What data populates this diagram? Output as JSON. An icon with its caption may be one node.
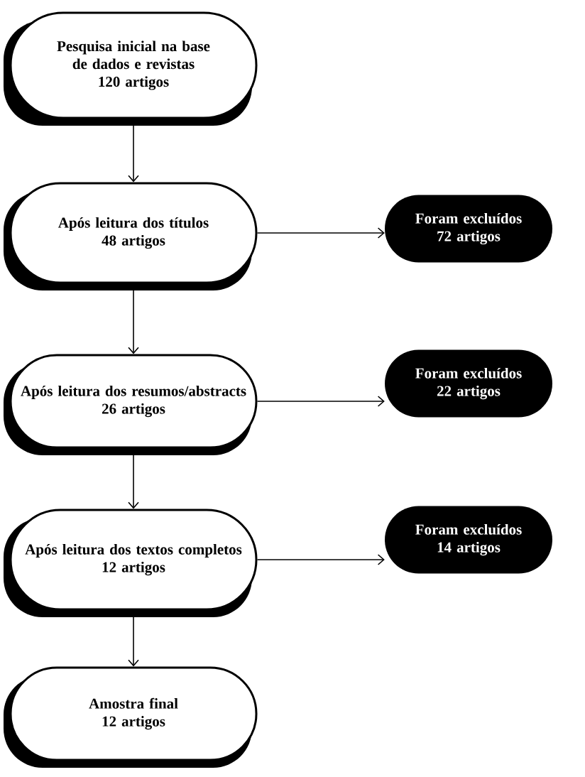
{
  "diagram": {
    "nodes": [
      {
        "text": [
          "Pesquisa inicial na base de dados e revistas",
          "120 artigos"
        ]
      },
      {
        "text": [
          "Após leitura dos títulos",
          "48 artigos"
        ]
      },
      {
        "text": [
          "Foram excluídos",
          "72 artigos"
        ]
      },
      {
        "text": [
          "Após leitura dos resumos/abstracts",
          "26 artigos"
        ]
      },
      {
        "text": [
          "Foram excluídos",
          "22 artigos"
        ]
      },
      {
        "text": [
          "Após leitura dos textos completos",
          "12 artigos"
        ]
      },
      {
        "text": [
          "Foram excluídos",
          "14 artigos"
        ]
      },
      {
        "text": [
          "Amostra final",
          "12 artigos"
        ]
      }
    ],
    "edges": [
      {
        "from": 0,
        "to": 1,
        "arrow": "to"
      },
      {
        "from": 1,
        "to": 2,
        "arrow": "to"
      },
      {
        "from": 1,
        "to": 3,
        "arrow": "to"
      },
      {
        "from": 3,
        "to": 4,
        "arrow": "to"
      },
      {
        "from": 3,
        "to": 5,
        "arrow": "to"
      },
      {
        "from": 5,
        "to": 6,
        "arrow": "to"
      },
      {
        "from": 5,
        "to": 7,
        "arrow": "to"
      }
    ]
  }
}
